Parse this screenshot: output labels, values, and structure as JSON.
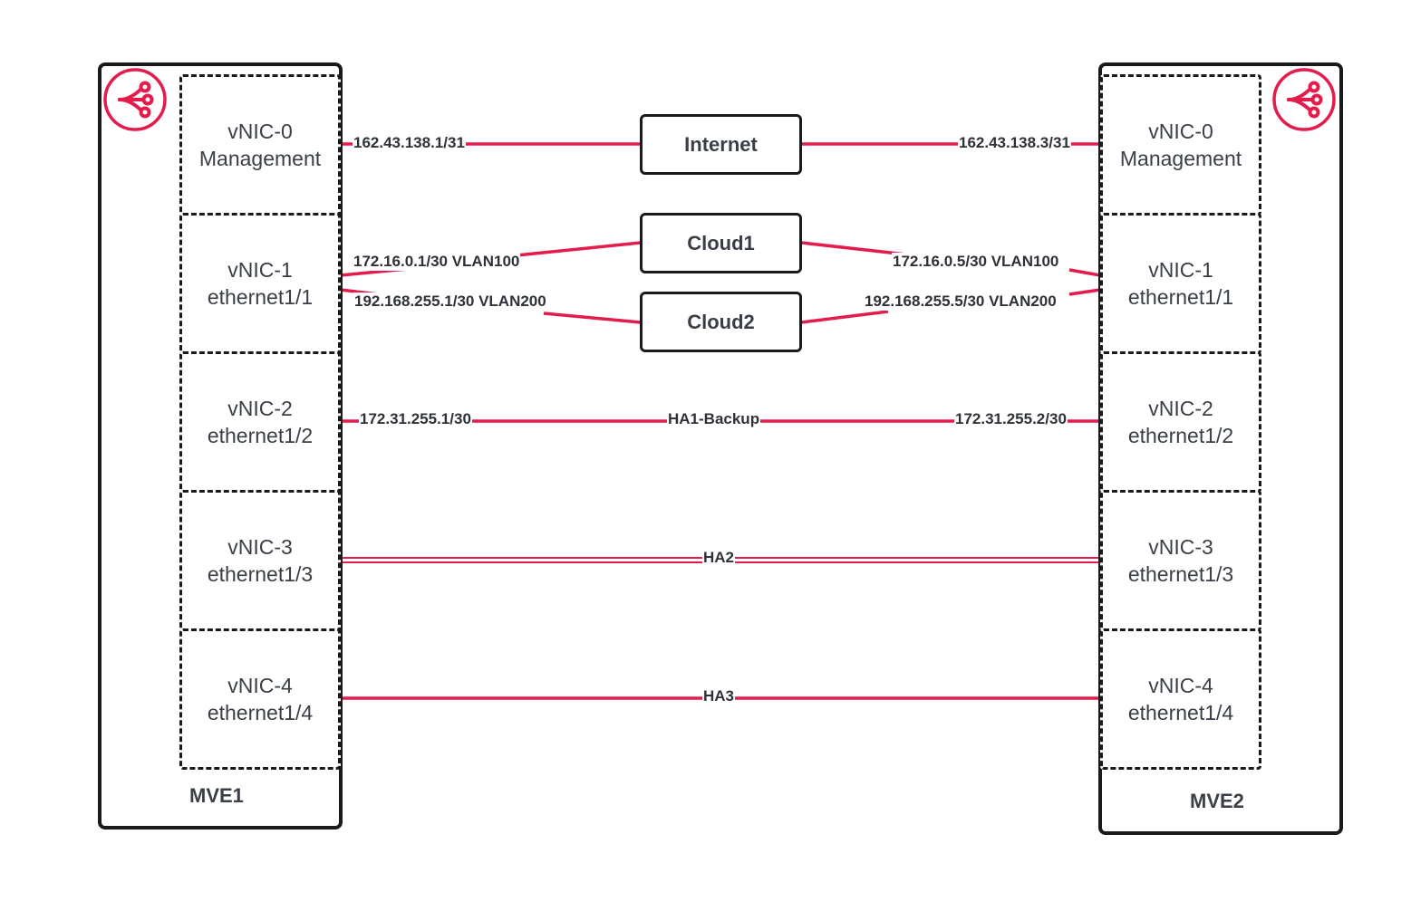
{
  "colors": {
    "link": "#e31c4c",
    "border": "#1a1a1a",
    "text": "#3a3f47"
  },
  "mve1": {
    "label": "MVE1",
    "icon": "share-network-icon",
    "vnics": [
      {
        "name": "vNIC-0",
        "iface": "Management"
      },
      {
        "name": "vNIC-1",
        "iface": "ethernet1/1"
      },
      {
        "name": "vNIC-2",
        "iface": "ethernet1/2"
      },
      {
        "name": "vNIC-3",
        "iface": "ethernet1/3"
      },
      {
        "name": "vNIC-4",
        "iface": "ethernet1/4"
      }
    ]
  },
  "mve2": {
    "label": "MVE2",
    "icon": "share-network-icon",
    "vnics": [
      {
        "name": "vNIC-0",
        "iface": "Management"
      },
      {
        "name": "vNIC-1",
        "iface": "ethernet1/1"
      },
      {
        "name": "vNIC-2",
        "iface": "ethernet1/2"
      },
      {
        "name": "vNIC-3",
        "iface": "ethernet1/3"
      },
      {
        "name": "vNIC-4",
        "iface": "ethernet1/4"
      }
    ]
  },
  "clouds": {
    "internet": "Internet",
    "cloud1": "Cloud1",
    "cloud2": "Cloud2"
  },
  "links": {
    "mgmt_left": "162.43.138.1/31",
    "mgmt_right": "162.43.138.3/31",
    "cloud1_left": "172.16.0.1/30 VLAN100",
    "cloud1_right": "172.16.0.5/30 VLAN100",
    "cloud2_left": "192.168.255.1/30 VLAN200",
    "cloud2_right": "192.168.255.5/30 VLAN200",
    "ha1_left": "172.31.255.1/30",
    "ha1_center": "HA1-Backup",
    "ha1_right": "172.31.255.2/30",
    "ha2_center": "HA2",
    "ha3_center": "HA3"
  }
}
